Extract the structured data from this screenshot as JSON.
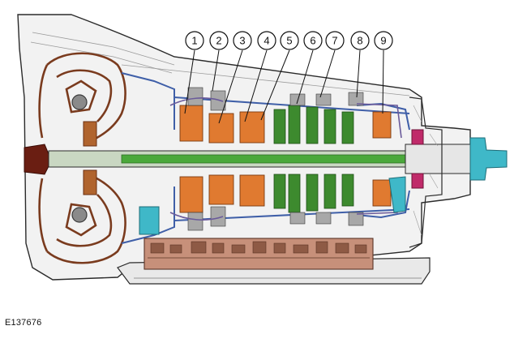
{
  "figure_id": "E137676",
  "callouts": [
    {
      "label": "1"
    },
    {
      "label": "2"
    },
    {
      "label": "3"
    },
    {
      "label": "4"
    },
    {
      "label": "5"
    },
    {
      "label": "6"
    },
    {
      "label": "7"
    },
    {
      "label": "8"
    },
    {
      "label": "9"
    }
  ],
  "colors": {
    "outline": "#2a2a2a",
    "housing_fill": "#f2f2f2",
    "casing_blue": "#3f5fa8",
    "torque_converter": "#7a3b1e",
    "gear_orange": "#e07a30",
    "clutch_green": "#3d8a2e",
    "shaft_green": "#4aa83a",
    "valve_body": "#c7907a",
    "cyan": "#3fb8c8",
    "magenta": "#c02a6a",
    "violet": "#6a5a9a",
    "callout_fill": "#ffffff"
  }
}
